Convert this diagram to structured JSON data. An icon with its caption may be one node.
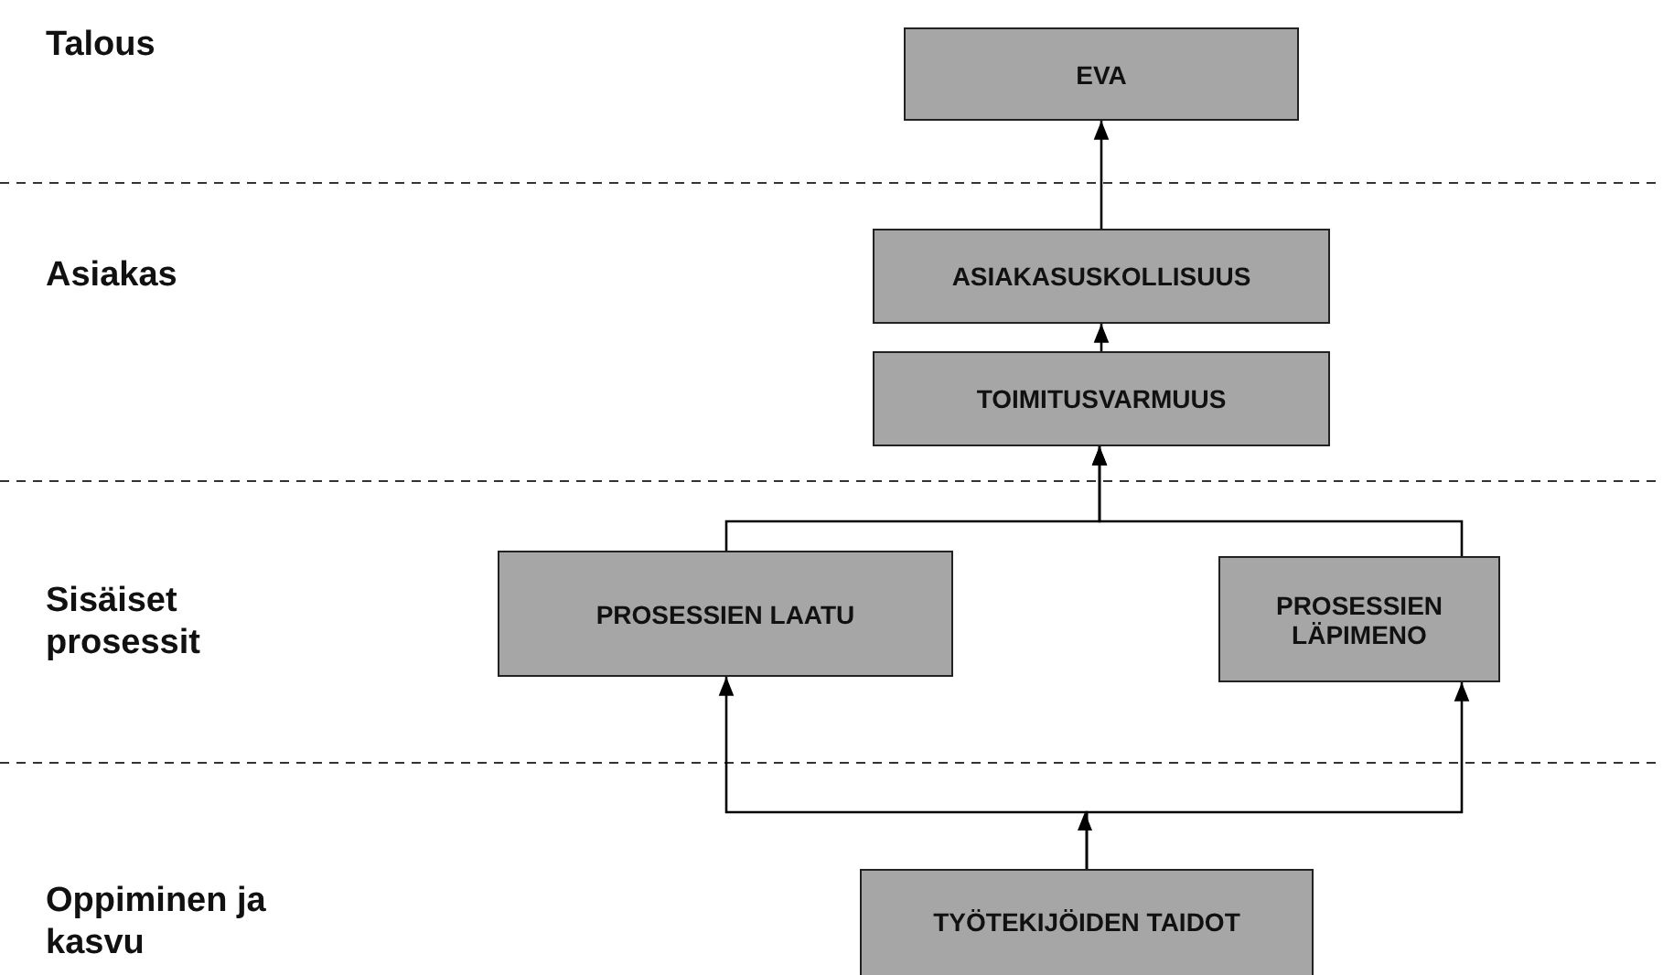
{
  "diagram": {
    "nodes": [
      {
        "text": [
          "EVA"
        ]
      },
      {
        "text": [
          "ASIAKASUSKOLLISUUS"
        ]
      },
      {
        "text": [
          "TOIMITUSVARMUUS"
        ]
      },
      {
        "text": [
          "PROSESSIEN LAATU"
        ]
      },
      {
        "text": [
          "PROSESSIEN LÄPIMENO"
        ]
      },
      {
        "text": [
          "TYÖTEKIJÖIDEN TAIDOT"
        ]
      }
    ],
    "edges": [
      {
        "from": 1,
        "to": 0,
        "arrow": "to"
      },
      {
        "from": 2,
        "to": 1,
        "arrow": "to"
      },
      {
        "from": 3,
        "to": 2,
        "arrow": "to"
      },
      {
        "from": 4,
        "to": 2,
        "arrow": "to"
      },
      {
        "from": 5,
        "to": 3,
        "arrow": "to"
      },
      {
        "from": 5,
        "to": 4,
        "arrow": "to"
      }
    ],
    "labels": [
      "Talous",
      "Asiakas",
      "Sisäiset prosessit",
      "Oppiminen ja kasvu"
    ]
  }
}
